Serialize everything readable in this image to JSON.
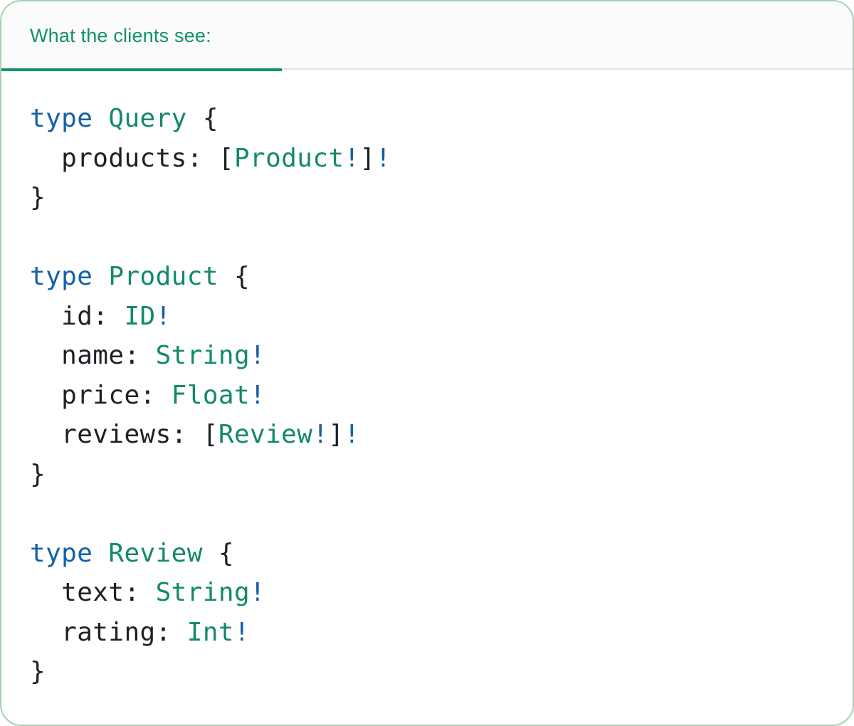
{
  "tab": {
    "label": "What the clients see:"
  },
  "colors": {
    "teal": "#12916e",
    "green": "#12896c",
    "blue": "#1660a5",
    "ink": "#1c2126",
    "divider": "#e2e2e2",
    "border": "#a7cfae"
  },
  "code": {
    "language": "graphql",
    "lines": [
      [
        {
          "t": "type",
          "c": "blue"
        },
        {
          "t": " ",
          "c": "ink"
        },
        {
          "t": "Query",
          "c": "green"
        },
        {
          "t": " {",
          "c": "ink"
        }
      ],
      [
        {
          "t": "  products: [",
          "c": "ink"
        },
        {
          "t": "Product",
          "c": "green"
        },
        {
          "t": "!",
          "c": "blue"
        },
        {
          "t": "]",
          "c": "ink"
        },
        {
          "t": "!",
          "c": "blue"
        }
      ],
      [
        {
          "t": "}",
          "c": "ink"
        }
      ],
      [],
      [
        {
          "t": "type",
          "c": "blue"
        },
        {
          "t": " ",
          "c": "ink"
        },
        {
          "t": "Product",
          "c": "green"
        },
        {
          "t": " {",
          "c": "ink"
        }
      ],
      [
        {
          "t": "  id: ",
          "c": "ink"
        },
        {
          "t": "ID",
          "c": "green"
        },
        {
          "t": "!",
          "c": "blue"
        }
      ],
      [
        {
          "t": "  name: ",
          "c": "ink"
        },
        {
          "t": "String",
          "c": "green"
        },
        {
          "t": "!",
          "c": "blue"
        }
      ],
      [
        {
          "t": "  price: ",
          "c": "ink"
        },
        {
          "t": "Float",
          "c": "green"
        },
        {
          "t": "!",
          "c": "blue"
        }
      ],
      [
        {
          "t": "  reviews: [",
          "c": "ink"
        },
        {
          "t": "Review",
          "c": "green"
        },
        {
          "t": "!",
          "c": "blue"
        },
        {
          "t": "]",
          "c": "ink"
        },
        {
          "t": "!",
          "c": "blue"
        }
      ],
      [
        {
          "t": "}",
          "c": "ink"
        }
      ],
      [],
      [
        {
          "t": "type",
          "c": "blue"
        },
        {
          "t": " ",
          "c": "ink"
        },
        {
          "t": "Review",
          "c": "green"
        },
        {
          "t": " {",
          "c": "ink"
        }
      ],
      [
        {
          "t": "  text: ",
          "c": "ink"
        },
        {
          "t": "String",
          "c": "green"
        },
        {
          "t": "!",
          "c": "blue"
        }
      ],
      [
        {
          "t": "  rating: ",
          "c": "ink"
        },
        {
          "t": "Int",
          "c": "green"
        },
        {
          "t": "!",
          "c": "blue"
        }
      ],
      [
        {
          "t": "}",
          "c": "ink"
        }
      ]
    ]
  }
}
